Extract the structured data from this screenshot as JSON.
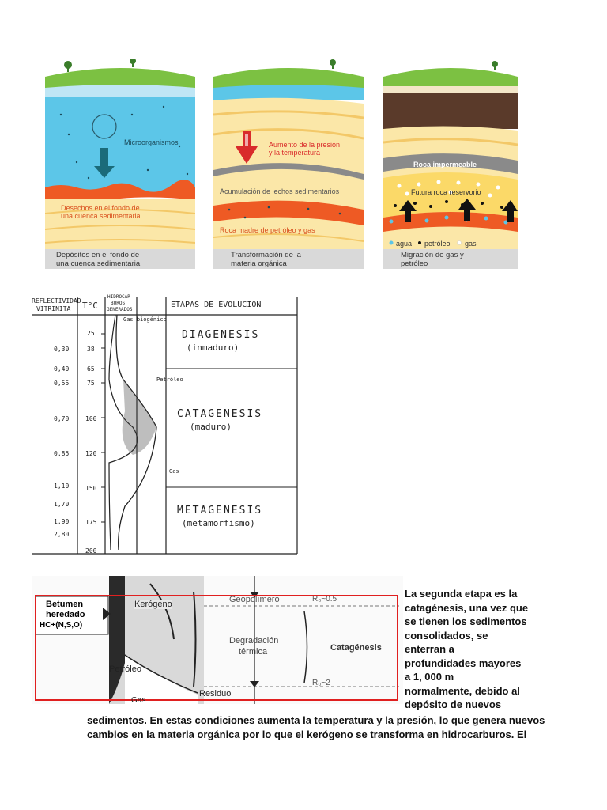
{
  "panel1": {
    "microorganismos": "Microorganismos",
    "desechos_line1": "Desechos en el fondo de",
    "desechos_line2": "una cuenca sedimentaria",
    "caption_line1": "Depósitos en el fondo de",
    "caption_line2": "una cuenca sedimentaria"
  },
  "panel2": {
    "aumento_line1": "Aumento de la presión",
    "aumento_line2": "y la temperatura",
    "acumulacion": "Acumulación de lechos sedimentarios",
    "roca_madre": "Roca madre de petróleo y gas",
    "caption_line1": "Transformación de la",
    "caption_line2": "materia orgánica"
  },
  "panel3": {
    "roca_impermeable": "Roca impermeable",
    "futura_roca": "Futura roca reservorio",
    "legend_agua": "agua",
    "legend_petroleo": "petróleo",
    "legend_gas": "gas",
    "caption_line1": "Migración de gas y",
    "caption_line2": "petróleo"
  },
  "table": {
    "col1_line1": "REFLECTIVIDAD",
    "col1_line2": "VITRINITA",
    "col2": "T°C",
    "col3_line1": "HIDROCAR-",
    "col3_line2": "BUROS",
    "col3_line3": "GENERADOS",
    "col4": "ETAPAS DE EVOLUCION",
    "reflectance": [
      "0,30",
      "0,40",
      "0,55",
      "0,70",
      "0,85",
      "1,10",
      "1,70",
      "1,90",
      "2,80"
    ],
    "temps": [
      "25",
      "38",
      "65",
      "75",
      "100",
      "120",
      "150",
      "175",
      "200"
    ],
    "gas_biogenico": "Gas biogénico",
    "petroleo": "Petróleo",
    "gas": "Gas",
    "stage1": "DIAGENESIS",
    "stage1_sub": "(inmaduro)",
    "stage2": "CATAGENESIS",
    "stage2_sub": "(maduro)",
    "stage3": "METAGENESIS",
    "stage3_sub": "(metamorfismo)"
  },
  "diagram3": {
    "betumen_line1": "Betumen",
    "betumen_line2": "heredado",
    "hc": "HC+(N,S,O)",
    "kerogeno": "Kerógeno",
    "geopolimero": "Geopolímero",
    "ro1": "R₀~0.5",
    "degradacion_line1": "Degradación",
    "degradacion_line2": "térmica",
    "catagenesis": "Catagénesis",
    "petroleo": "Petróleo",
    "ro2": "R₀~2",
    "residuo": "Residuo",
    "gas_cut": "Gas"
  },
  "text": {
    "line1": "La segunda etapa es la",
    "line2": "catagénesis, una vez que",
    "line3": "se tienen los sedimentos",
    "line4": "consolidados, se",
    "line5": "enterran a",
    "line6": "profundidades mayores",
    "line7": "a 1, 000 m",
    "line8": "normalmente, debido al",
    "line9": "depósito de nuevos",
    "line10": "sedimentos. En estas condiciones aumenta la temperatura y la presión, lo que genera nuevos",
    "line11": "cambios en la materia orgánica por lo que el kerógeno se transforma en hidrocarburos. El"
  },
  "colors": {
    "water": "#5cc6e8",
    "grass": "#7cc142",
    "sand": "#fbe7a8",
    "sediment_red": "#ee5a24",
    "arrow_teal": "#1b6b7a",
    "arrow_red": "#d92b2b",
    "highlight_box": "#e02020"
  }
}
